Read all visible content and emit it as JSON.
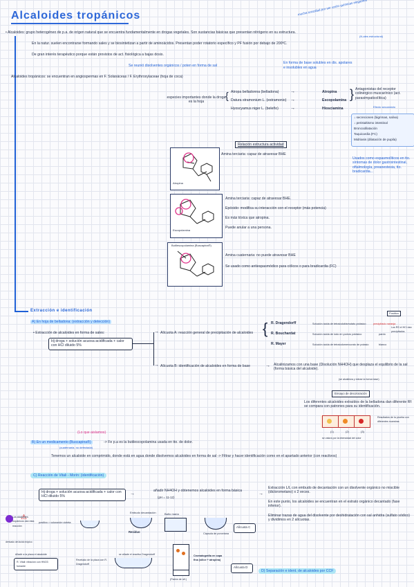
{
  "title": "Alcaloides tropánicos",
  "top_note": "mucha toxicidad por ser unión químicas elegantes",
  "intro": {
    "line1": "• Alcaloides: grupo heterogéneo de p.a. de origen natural que se encuentra fundamentalmente en drogas vegetales. Son sustancias básicas que presentan nitrógeno en su estructura.",
    "line1_note": "(N-ales estructural)",
    "line2": "En la natur. suelen encontrarse formando sales y se biosintetizan a partir de aminoácidos. Presentan poder rotatorio específico y PF fusión por debajo de 200ºC.",
    "line3": "De gran interés terapéutico porque están provistos de act. fisiológica a bajas dosis.",
    "line4": "Se reunió disolventes orgánicos / poten en forma de sal",
    "sol_note1": "En forma de base solubles en dis. apolares",
    "sol_note2": "e insolubles en agua"
  },
  "tropanicos": {
    "line": "Alcaloides tropánicos: se encuentran en angiospermas en F. Solanáceas / F. Erythroxylaceae (hoja de coca)",
    "species_label": "especies importantes donde la droga es la hoja",
    "species": [
      {
        "name": "Atropa belladonna (belladona)",
        "alkaloid": "Atropina"
      },
      {
        "name": "Datura stramonium L. (estramonio)",
        "alkaloid": "Escopolamina"
      },
      {
        "name": "Hyoscyamus niger L. (beleño)",
        "alkaloid": "Hiosciamina"
      }
    ],
    "antagonist": "Antagonistas del receptor colinérgico muscarínico (act. parasimpaticolítica)",
    "antagonist_note": "Efecto secundario",
    "effects": [
      "↓ secreciones (lágrimas, saliva)",
      "↓ peristaltismo intestinal",
      "Broncodilatación",
      "Taquicardia (FC)",
      "Midriasis (dilatación de pupila)"
    ],
    "uses": "Usados como espasmolíticos en tto. síntomas de dolor gastrointestinal, oftalmología, preanestesia, tto. bradicardia..."
  },
  "sar": {
    "title": "Relación estructura actividad",
    "mol1_label": "Atropina",
    "mol1_text": "Amina terciaria: capaz de atravesar BHE",
    "mol2_label": "Escopolamina",
    "mol2_text1": "Amina terciaria: capaz de atravesar BHE.",
    "mol2_text2": "Epóxido: modifica su interacción con el receptor (más potencia)",
    "mol2_text3": "Es más tóxica que atropina.",
    "mol2_text4": "Puede anular a una persona.",
    "mol3_label": "Butilescopolamina (Buscapina®)",
    "mol3_text1": "Amina cuaternaria: no puede atravesar BHE",
    "mol3_text2": "Se usado como antiespasmódico para cólicos o para bradicardia (FC)"
  },
  "extraccion": {
    "header": "Extracción e identificación",
    "a_title": "A) En hoja de belladona: (extracción y detección)",
    "a_intro": "• Extracción de alcaloides en forma de sales:",
    "a_formula": "Hj droga + solución acuosa acidificada + calor con HCl diluido 5%",
    "alicuota_a": "Alícuota A: reacción general de precipitación de alcaloides",
    "reactivos": [
      {
        "name": "R. Dragendorff",
        "desc": "Solución ácida de tetraiodobismutato potásico",
        "result": "precipitado naranja"
      },
      {
        "name": "R. Bouchardat",
        "desc": "Solución ácida de iodo en yoduro potásico",
        "result": "pardo"
      },
      {
        "name": "R. Mayer",
        "desc": "Solución ácida de tetraiodomercurato de potasio",
        "result": "blanco"
      }
    ],
    "result_label": "Positivo",
    "result_note": "Los RS el HCl dan precipitados",
    "alicuota_b": "Alícuota B: identificación de alcaloides en forma de base",
    "alicuota_b_text": "Alcalinizamos con una base (Disolución NH4OH) que desplaza el equilibrio de la sal (forma básica del alcaloide).",
    "alicuota_b_note": "(se alcaliniza y extrae la forma base)",
    "tlc_title": "Ensayo de decoloración",
    "tlc_text": "Los diferentes alcaloides extraídos de la belladona dan diferente Rf: se compara con patrones para su identificación.",
    "spots": [
      {
        "label": "(1)",
        "color": "#f2c14e"
      },
      {
        "label": "(2)",
        "color": "#f08a24"
      },
      {
        "label": "(3)",
        "color": "#d62828"
      }
    ],
    "tlc_caption": "se valora por la intensidad del color",
    "tlc_side": "Resultados de la prueba con diferentes muestras"
  },
  "b_section": {
    "title": "B) En un medicamento (Buscapina®)",
    "pink_note": "(Lo que aislamos)",
    "line1": "-> Fe p.a es la butilescopolamina usada en tto. de dolor.",
    "line1b": "(cuaternaria, no detectada)",
    "line2": "Tenemos un alcaloide en comprimido, donde está en agua donde disolvemos alcaloides en forma de sal -> Filtrar y hacer identificación como en el apartado anterior (con reactivos)"
  },
  "c_section": {
    "title": "C) Reacción de Vitali - Morin: (identificación)",
    "formula": "Hj droga + solución acuosa acidificada + calor con HCl diluido 5%",
    "step": "añadir NH4OH y obtenemos alcaloides en forma básica",
    "step_note": "(pH = 11-12)",
    "extract": "Extracción L/L con embudo de decantación con un disolvente orgánico no miscible (diclorometano) x 2 veces.",
    "extract2": "En este punto, los alcaloides se encuentran en el estrato orgánico decantado (fase inferior).",
    "extract3": "Eliminar trazas de agua del disolvente por deshidratación con sal anhidra (sulfato sódico) y dividimos en 2 alícuotas.",
    "labels": {
      "decant": "Embudo decantación",
      "residue": "Residuo",
      "water_bath": "Baño maría",
      "evap": "Cápsula de porcelana",
      "aliquot_c": "Alícuota C",
      "aliquot_d": "Alícuota D",
      "residue_left": "positivo = coloración violeta",
      "left_note": "Los alcaloides tropánicos dan esta reacción",
      "left_hint": "derivado del ácido trópico",
      "lower_left": "Añadir a la placa el alcaloide",
      "lower_left_formula": "R. Vitali: nitración con HNO3 fumante",
      "tlc_mid": "se añade el reactivo Dragendorff",
      "tlc_mid2": "Revelado de la placa con R. Dragendorff",
      "cromato": "Cromatografía en capa fina (sílice + atropina)",
      "patron": "(Patrón de ref.)"
    },
    "d_title": "D) Separación e ident. de alcaloides por CCF"
  }
}
